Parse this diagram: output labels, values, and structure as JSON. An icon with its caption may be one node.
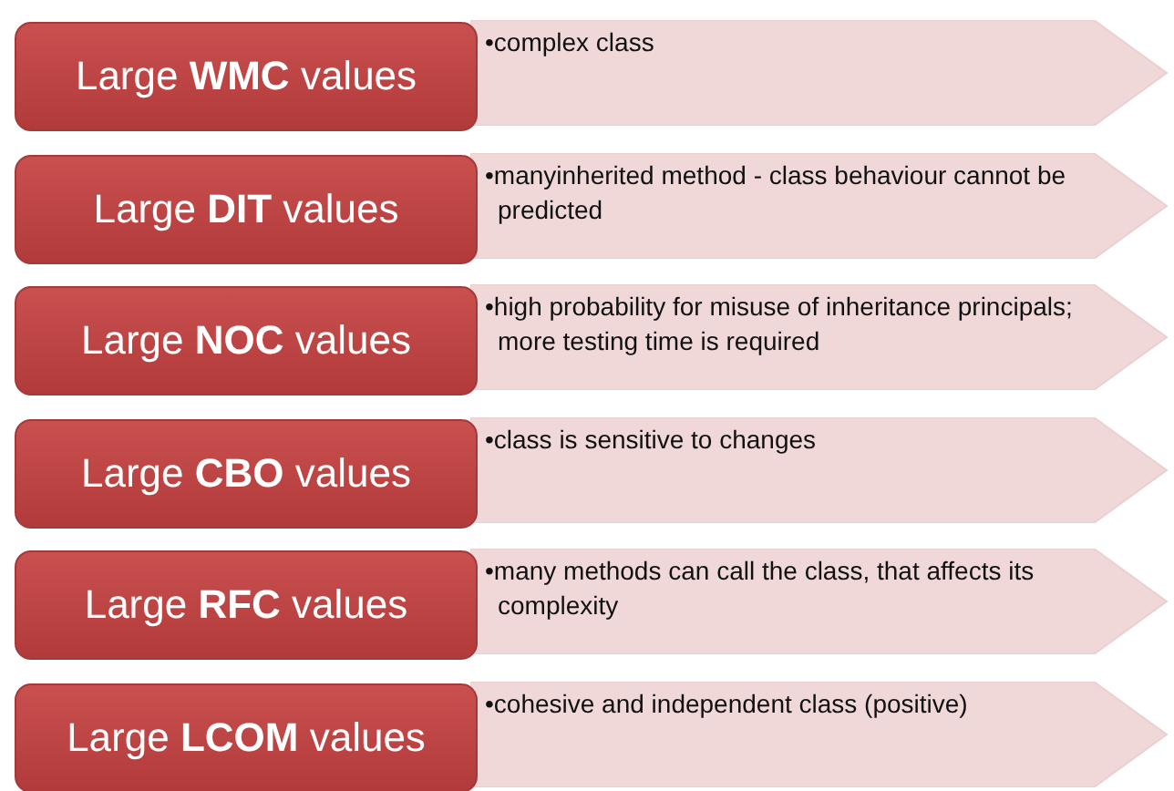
{
  "diagram": {
    "nodes": [
      {
        "text": [
          "Large **WMC** values"
        ]
      },
      {
        "text": [
          "•complex class"
        ]
      },
      {
        "text": [
          "Large **DIT** values"
        ]
      },
      {
        "text": [
          "•manyinherited method - class behaviour cannot be predicted"
        ]
      },
      {
        "text": [
          "Large **NOC** values"
        ]
      },
      {
        "text": [
          "•high probability for misuse of inheritance principals; more testing time is required"
        ]
      },
      {
        "text": [
          "Large **CBO** values"
        ]
      },
      {
        "text": [
          "•class is sensitive to changes"
        ]
      },
      {
        "text": [
          "Large **RFC** values"
        ]
      },
      {
        "text": [
          "•many methods can call the class, that affects its complexity"
        ]
      },
      {
        "text": [
          "Large **LCOM** values"
        ]
      },
      {
        "text": [
          "•cohesive and independent class (positive)"
        ]
      }
    ]
  }
}
